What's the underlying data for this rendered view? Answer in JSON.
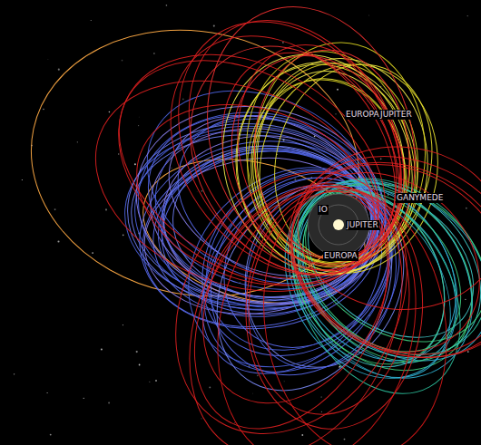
{
  "diagram": {
    "labels": [
      "EUROPA",
      "JUPITER",
      "IO",
      "JUPITER",
      "EUROPA",
      "GANYMEDE"
    ]
  }
}
